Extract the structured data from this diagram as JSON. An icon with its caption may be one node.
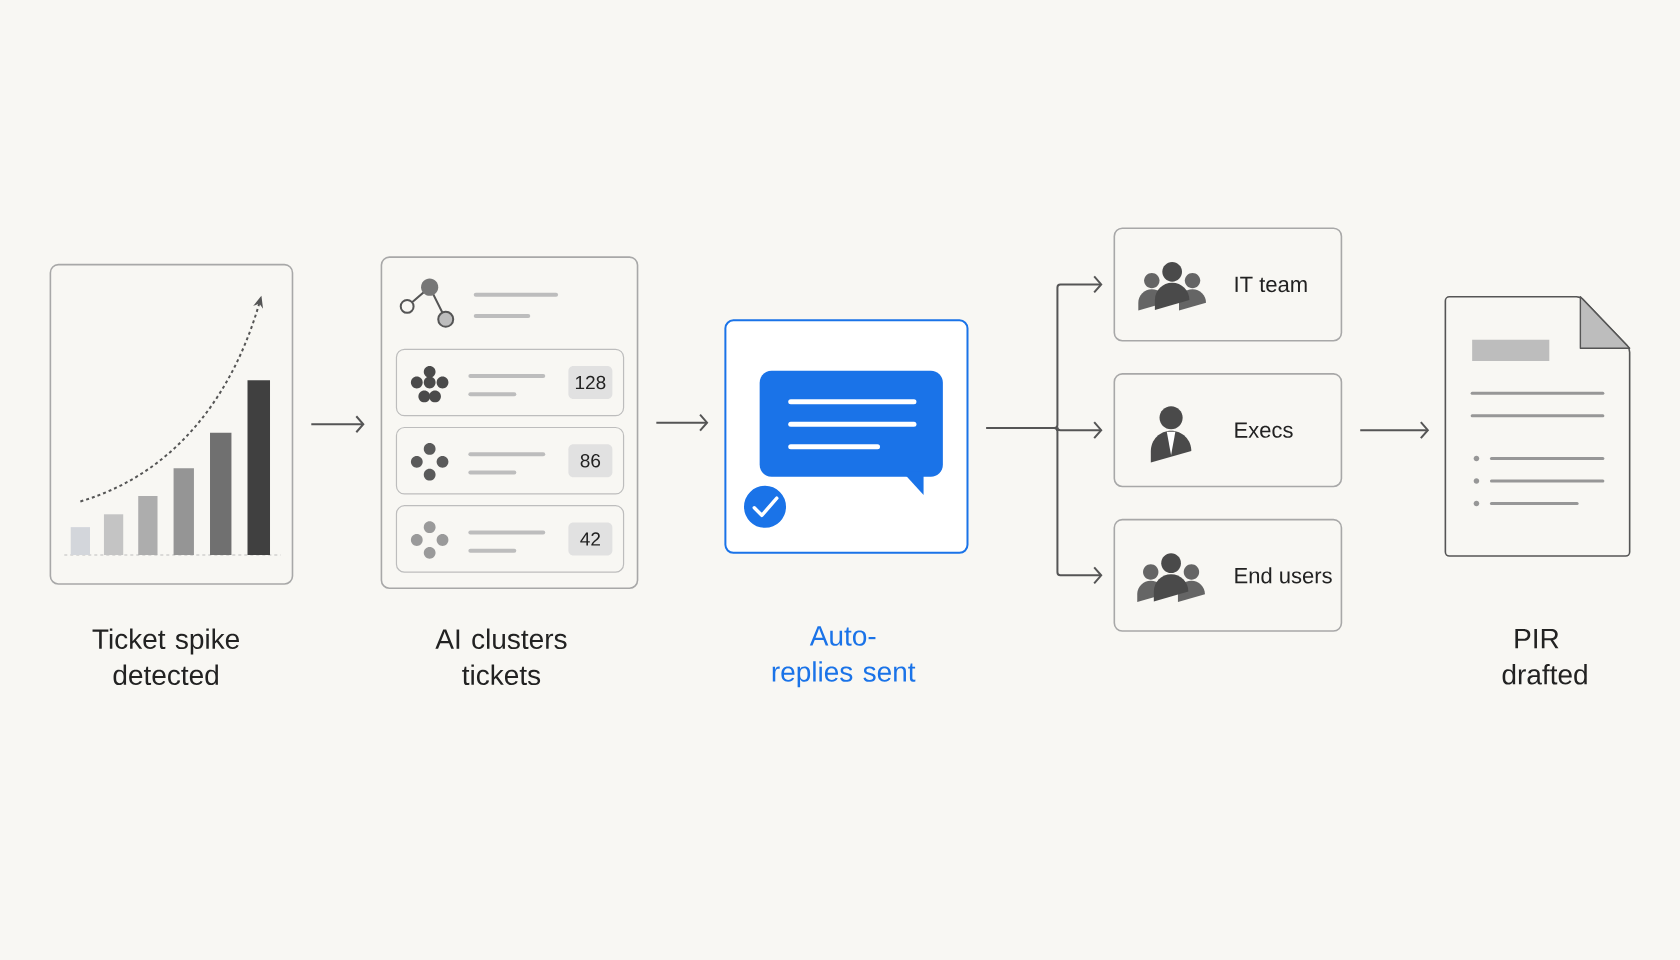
{
  "diagram": {
    "nodes": [
      {
        "text": [
          "Ticket spike detected"
        ]
      },
      {
        "text": [
          "AI clusters tickets"
        ]
      },
      {
        "text": [
          "128"
        ],
        "in": 1
      },
      {
        "text": [
          "86"
        ],
        "in": 1
      },
      {
        "text": [
          "42"
        ],
        "in": 1
      },
      {
        "text": [
          "Auto-replies sent"
        ]
      },
      {
        "text": [
          "IT team"
        ]
      },
      {
        "text": [
          "Execs"
        ]
      },
      {
        "text": [
          "End users"
        ]
      },
      {
        "text": [
          "PIR drafted"
        ]
      }
    ],
    "edges": [
      {
        "from": 0,
        "to": 1,
        "arrow": "to"
      },
      {
        "from": 1,
        "to": 5,
        "arrow": "to"
      },
      {
        "from": 5,
        "to": 6,
        "arrow": "to"
      },
      {
        "from": 5,
        "to": 7,
        "arrow": "to"
      },
      {
        "from": 5,
        "to": 8,
        "arrow": "to"
      },
      {
        "from": 7,
        "to": 9,
        "arrow": "to"
      }
    ]
  }
}
